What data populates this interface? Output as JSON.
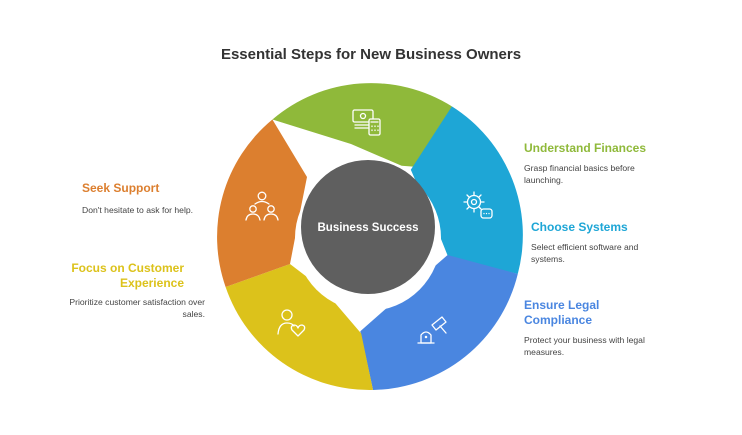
{
  "title": "Essential Steps for New Business Owners",
  "center_label": "Business Success",
  "colors": {
    "green": "#8fb93a",
    "cyan": "#1ea6d6",
    "blue": "#4a86e0",
    "yellow": "#dcc21b",
    "orange": "#dc7f2f",
    "center": "#5f5f5f"
  },
  "steps": [
    {
      "title": "Understand Finances",
      "desc": "Grasp financial basics before launching.",
      "color": "#8fb93a",
      "icon": "money-calculator-icon"
    },
    {
      "title": "Choose Systems",
      "desc": "Select efficient software and systems.",
      "color": "#1ea6d6",
      "icon": "gear-settings-icon"
    },
    {
      "title": "Ensure Legal Compliance",
      "desc": "Protect your business with legal measures.",
      "color": "#4a86e0",
      "icon": "gavel-icon"
    },
    {
      "title": "Focus on Customer Experience",
      "desc": "Prioritize customer satisfaction over sales.",
      "color": "#dcc21b",
      "icon": "person-heart-icon"
    },
    {
      "title": "Seek Support",
      "desc": "Don't hesitate to ask for help.",
      "color": "#dc7f2f",
      "icon": "support-group-icon"
    }
  ]
}
